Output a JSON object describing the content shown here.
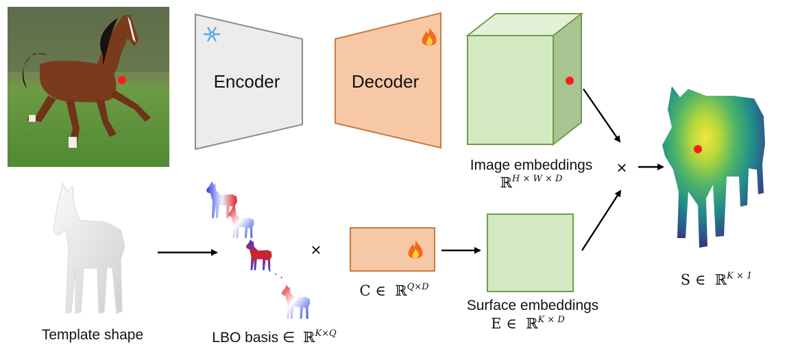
{
  "encoder": {
    "label": "Encoder",
    "state_icon": "snowflake-icon"
  },
  "decoder": {
    "label": "Decoder",
    "state_icon": "fire-icon"
  },
  "image_embeddings": {
    "label": "Image embeddings",
    "space": "ℝ",
    "dims": "H × W × D"
  },
  "template": {
    "label": "Template shape"
  },
  "lbo": {
    "label": "LBO basis ∈",
    "space": "ℝ",
    "dims": "K×Q"
  },
  "coefficients": {
    "symbol": "C ∈",
    "space": "ℝ",
    "dims": "Q×D",
    "state_icon": "fire-icon"
  },
  "surface_embeddings": {
    "label": "Surface embeddings",
    "symbol": "E ∈",
    "space": "ℝ",
    "dims": "K × D"
  },
  "similarity": {
    "symbol": "S ∈",
    "space": "ℝ",
    "dims": "K × 1"
  },
  "operators": {
    "multiply_top": "×",
    "multiply_bottom": "×",
    "ellipsis": "· · ·"
  },
  "colors": {
    "encoder_fill": "#ececec",
    "encoder_stroke": "#8a8a8a",
    "decoder_fill": "#f7c8a6",
    "decoder_stroke": "#c9793d",
    "embed_fill": "#d3e9c2",
    "embed_stroke": "#6f9b4a",
    "highlight_dot": "#ff1a1a"
  }
}
